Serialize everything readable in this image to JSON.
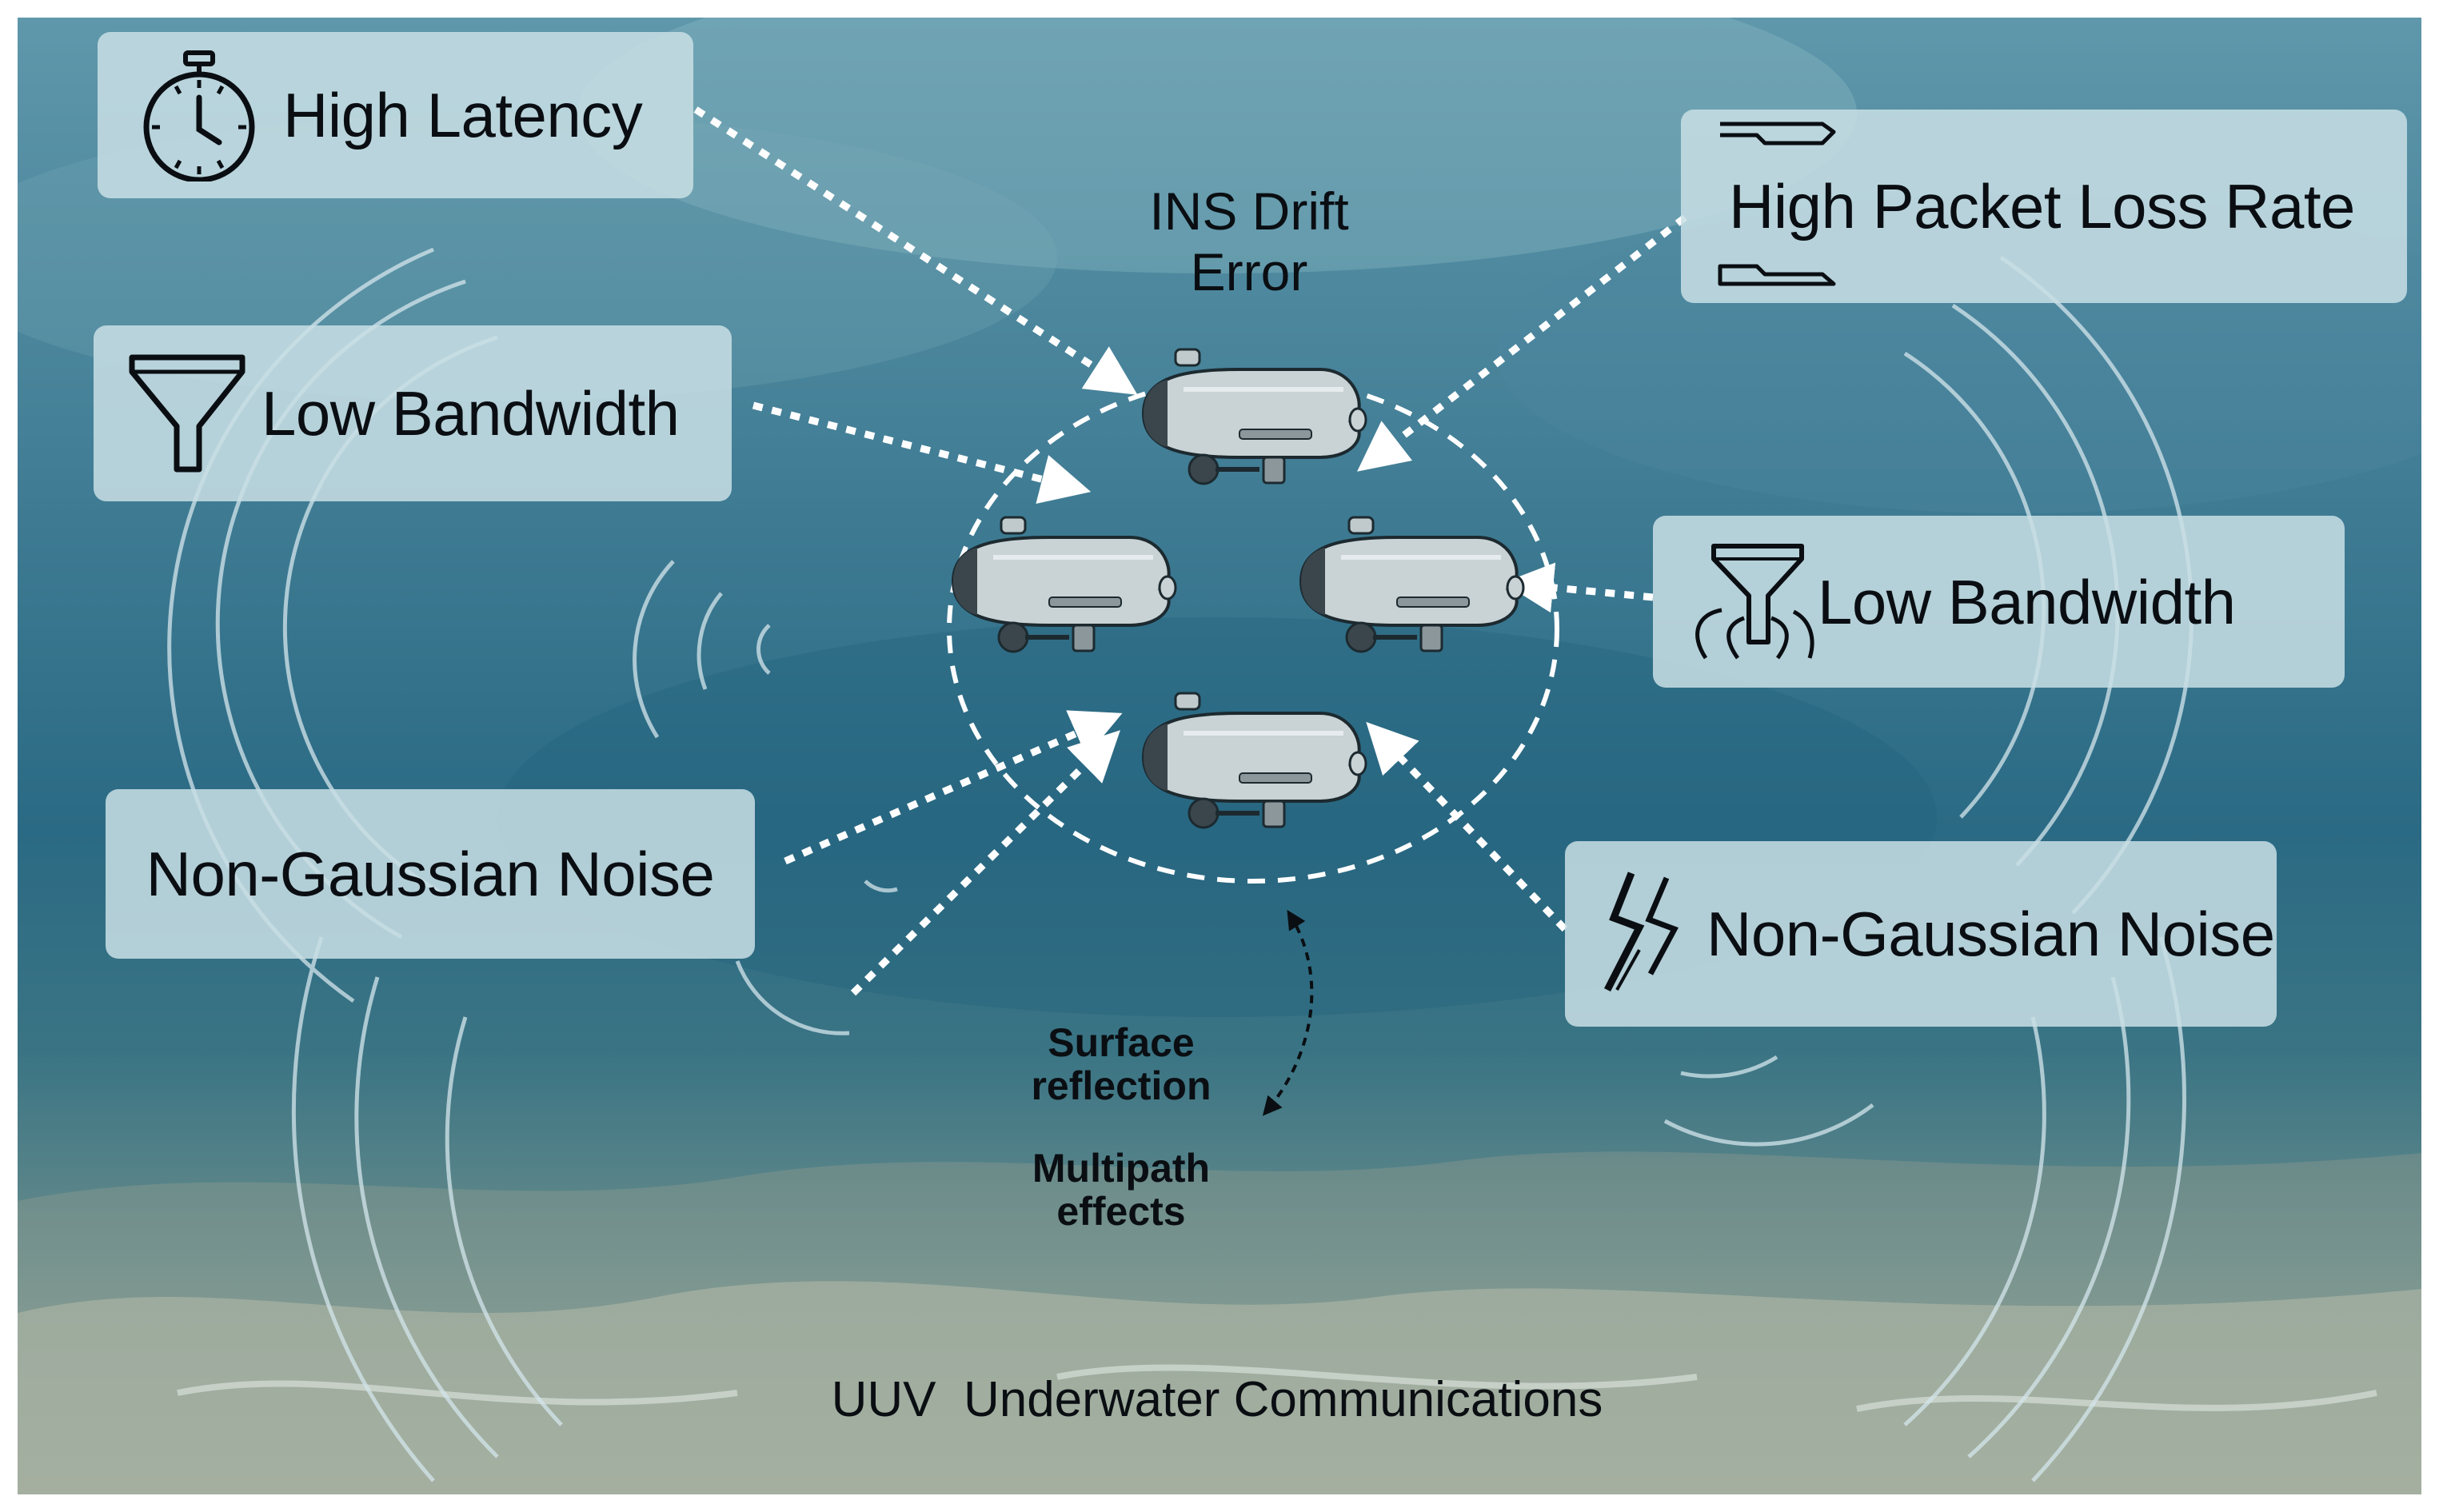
{
  "colors": {
    "water_top": "#5f97ab",
    "water_mid": "#2b6a84",
    "seabed": "#8c9c92",
    "label_background": "#c8dee4",
    "arrow": "#ffffff",
    "uuv_hull": "#c9d2d4"
  },
  "labels": {
    "high_latency": {
      "text": "High Latency",
      "icon": "stopwatch-icon"
    },
    "low_bandwidth_left": {
      "text": "Low Bandwidth",
      "icon": "funnel-icon"
    },
    "non_gaussian_left": {
      "text": "Non-Gaussian Noise"
    },
    "high_packet_loss": {
      "text": "High Packet Loss Rate",
      "icon": "broken-packet-icon"
    },
    "low_bandwidth_right": {
      "text": "Low Bandwidth",
      "icon": "funnel-icon"
    },
    "non_gaussian_right": {
      "text": "Non-Gaussian Noise",
      "icon": "zigzag-noise-icon"
    }
  },
  "annotations": {
    "ins_drift_line1": "INS Drift",
    "ins_drift_line2": "Error",
    "surface_line1": "Surface",
    "surface_line2": "reflection",
    "multipath_line1": "Multipath",
    "multipath_line2": "effects",
    "caption": "UUV  Underwater Communications"
  },
  "formation": {
    "vehicle_count": 4,
    "vehicle_icon": "uuv-submarine-icon"
  }
}
